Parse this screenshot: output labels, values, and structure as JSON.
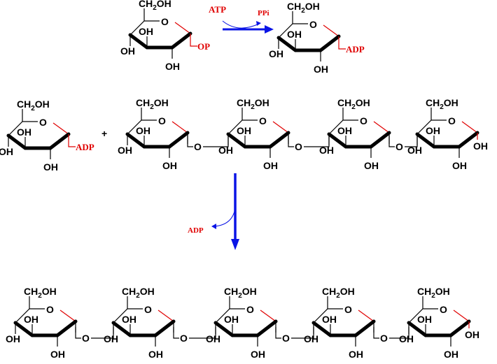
{
  "labels": {
    "ch2oh": "CH",
    "ch2oh_sub": "2",
    "ch2oh_tail": "OH",
    "oh": "OH",
    "ring_o": "O",
    "linker_o": "O",
    "op": "OP",
    "adp": "ADP",
    "reducing_oh": "OH",
    "plus": "+"
  },
  "reaction": {
    "atp": "ATP",
    "ppi": "PPi",
    "adp_released": "ADP"
  },
  "colors": {
    "black": "#000000",
    "red": "#e00000",
    "arrow": "#0a14e6"
  }
}
